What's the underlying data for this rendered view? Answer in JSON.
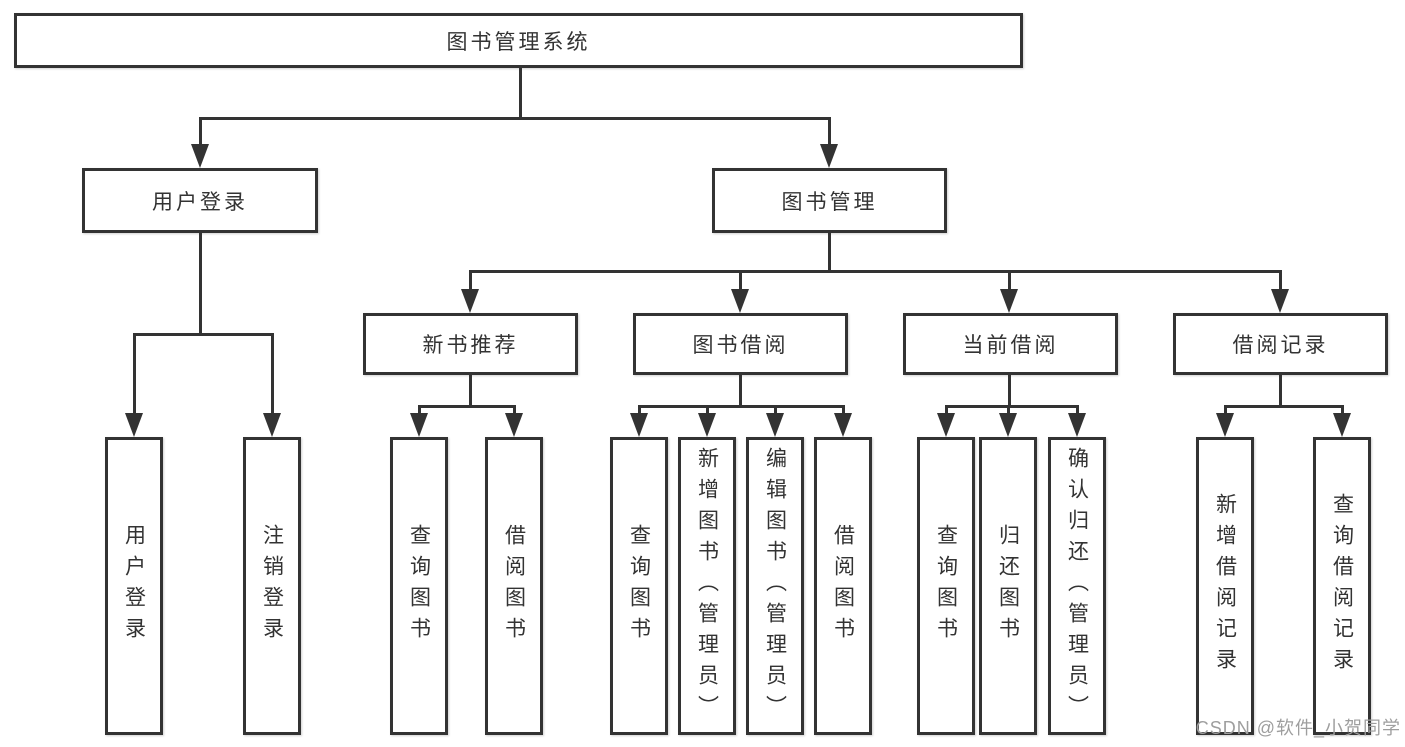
{
  "nodes": {
    "root": "图书管理系统",
    "level2": {
      "user_login": "用户登录",
      "book_mgmt": "图书管理"
    },
    "level3": {
      "new_books": "新书推荐",
      "borrow": "图书借阅",
      "current": "当前借阅",
      "records": "借阅记录"
    },
    "leaves": {
      "user_login": [
        "用户登录",
        "注销登录"
      ],
      "new_books": [
        "查询图书",
        "借阅图书"
      ],
      "borrow": [
        "查询图书",
        "新增图书（管理员）",
        "编辑图书（管理员）",
        "借阅图书"
      ],
      "current": [
        "查询图书",
        "归还图书",
        "确认归还（管理员）"
      ],
      "records": [
        "新增借阅记录",
        "查询借阅记录"
      ]
    }
  },
  "watermark": "CSDN @软件_小贺同学",
  "colors": {
    "line": "#333333",
    "box_border": "#333333",
    "text": "#333333",
    "watermark": "#9e9e9e",
    "background": "#ffffff"
  }
}
